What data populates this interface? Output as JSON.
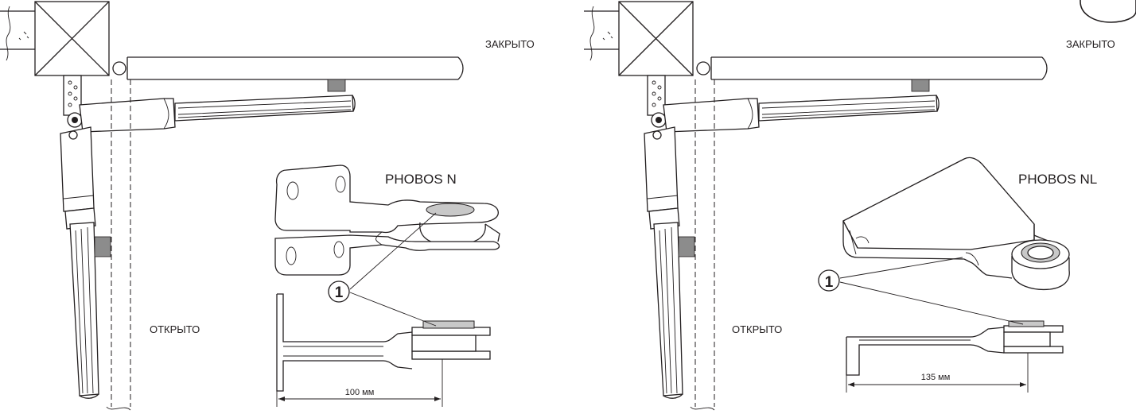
{
  "panels": [
    {
      "closed_label": "ЗАКРЫТО",
      "open_label": "ОТКРЫТО",
      "model_label": "PHOBOS N",
      "callout_number": "1",
      "dimension_label": "100 мм"
    },
    {
      "closed_label": "ЗАКРЫТО",
      "open_label": "ОТКРЫТО",
      "model_label": "PHOBOS NL",
      "callout_number": "1",
      "dimension_label": "135 мм"
    }
  ],
  "colors": {
    "line": "#231f20",
    "bracket_gray": "#8c8c8c",
    "washer_gray": "#c8c8c8"
  }
}
